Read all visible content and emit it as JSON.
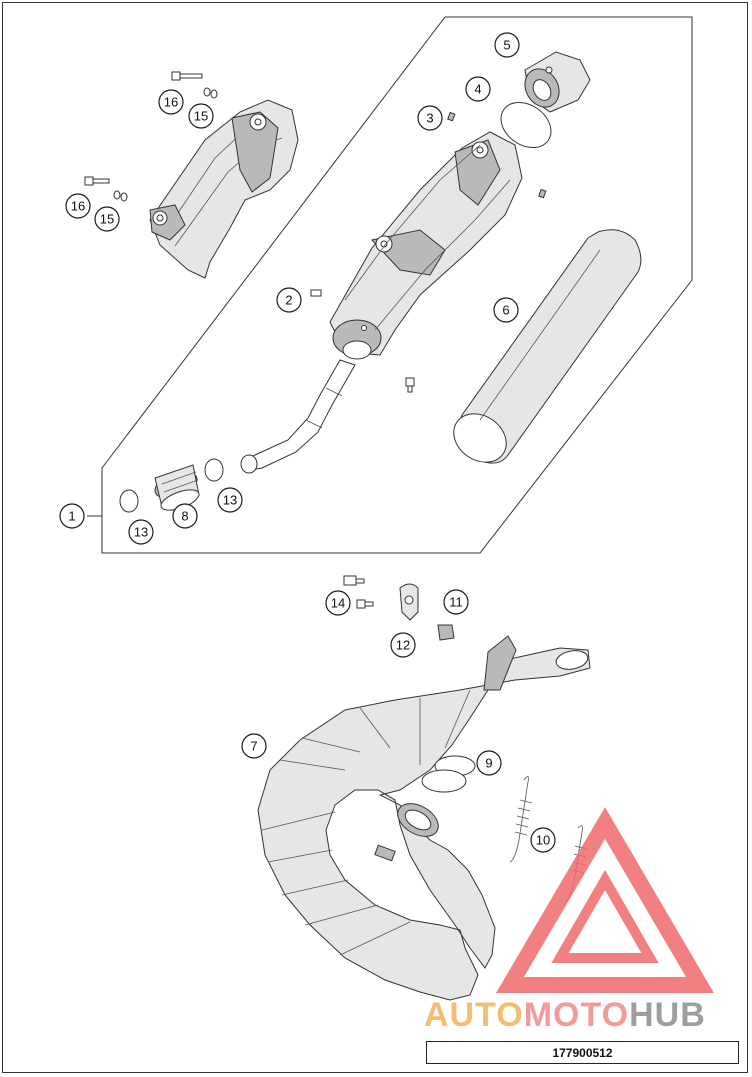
{
  "diagram": {
    "callouts": [
      {
        "id": "c1",
        "label": "1"
      },
      {
        "id": "c2",
        "label": "2"
      },
      {
        "id": "c3",
        "label": "3"
      },
      {
        "id": "c4",
        "label": "4"
      },
      {
        "id": "c5",
        "label": "5"
      },
      {
        "id": "c6",
        "label": "6"
      },
      {
        "id": "c7",
        "label": "7"
      },
      {
        "id": "c8",
        "label": "8"
      },
      {
        "id": "c9",
        "label": "9"
      },
      {
        "id": "c10",
        "label": "10"
      },
      {
        "id": "c11",
        "label": "11"
      },
      {
        "id": "c12",
        "label": "12"
      },
      {
        "id": "c13a",
        "label": "13"
      },
      {
        "id": "c13b",
        "label": "13"
      },
      {
        "id": "c14",
        "label": "14"
      },
      {
        "id": "c15a",
        "label": "15"
      },
      {
        "id": "c15b",
        "label": "15"
      },
      {
        "id": "c16a",
        "label": "16"
      },
      {
        "id": "c16b",
        "label": "16"
      }
    ],
    "part_number": "177900512"
  },
  "watermark": {
    "word_part1": "AUTO",
    "word_part2": "MOTO",
    "word_part3": "HUB",
    "colors": {
      "auto": "#f2b35a",
      "moto": "#f08a8a",
      "hub": "#8e8e8e",
      "triangle": "#ef6b6b"
    }
  }
}
